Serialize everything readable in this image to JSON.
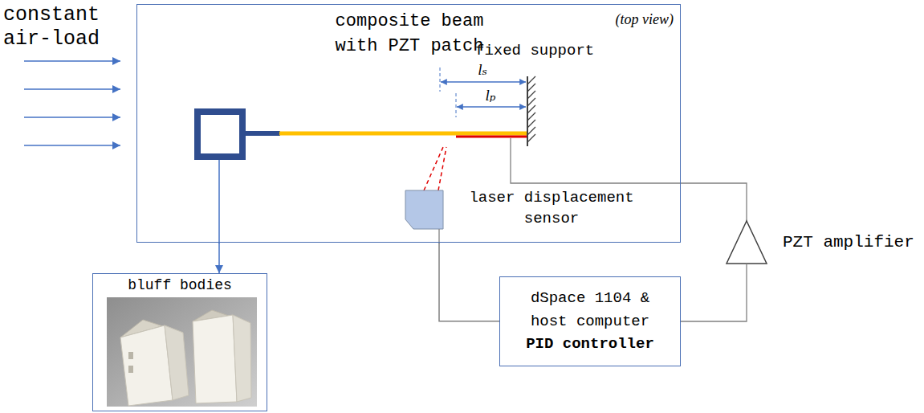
{
  "diagram": {
    "nodes": [
      {
        "text": [
          "composite beam with PZT patch",
          "(top view)"
        ]
      },
      {
        "text": [
          "bluff bodies"
        ]
      },
      {
        "text": [
          "dSpace 1104 & host computer",
          "PID controller"
        ]
      }
    ],
    "edges": [
      {
        "from": 0,
        "to": 1,
        "arrow": "to"
      },
      {
        "from": 0,
        "to": 2,
        "arrow": "none"
      }
    ],
    "labels": [
      "constant air-load",
      "fixed support",
      "lₛ",
      "lₚ",
      "laser displacement sensor",
      "PZT amplifier"
    ]
  }
}
